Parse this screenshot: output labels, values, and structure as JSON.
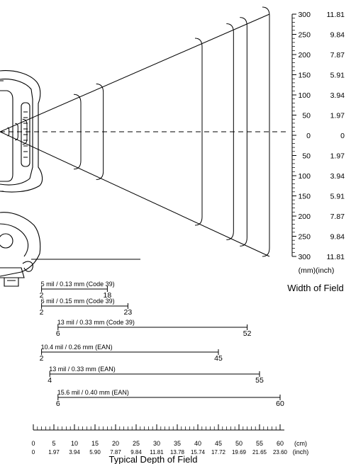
{
  "colors": {
    "ink": "#000000",
    "background": "#ffffff"
  },
  "width_scale": {
    "rows": [
      {
        "mm": "300",
        "inch": "11.81"
      },
      {
        "mm": "250",
        "inch": "9.84"
      },
      {
        "mm": "200",
        "inch": "7.87"
      },
      {
        "mm": "150",
        "inch": "5.91"
      },
      {
        "mm": "100",
        "inch": "3.94"
      },
      {
        "mm": "50",
        "inch": "1.97"
      },
      {
        "mm": "0",
        "inch": "0"
      },
      {
        "mm": "50",
        "inch": "1.97"
      },
      {
        "mm": "100",
        "inch": "3.94"
      },
      {
        "mm": "150",
        "inch": "5.91"
      },
      {
        "mm": "200",
        "inch": "7.87"
      },
      {
        "mm": "250",
        "inch": "9.84"
      },
      {
        "mm": "300",
        "inch": "11.81"
      }
    ],
    "unit_label": "(mm)(inch)",
    "title": "Width of Field"
  },
  "depth_scale": {
    "cm": [
      "0",
      "5",
      "10",
      "15",
      "20",
      "25",
      "30",
      "35",
      "40",
      "45",
      "50",
      "55",
      "60"
    ],
    "inch": [
      "0",
      "1.97",
      "3.94",
      "5.90",
      "7.87",
      "9.84",
      "11.81",
      "13.78",
      "15.74",
      "17.72",
      "19.69",
      "21.65",
      "23.60"
    ],
    "cm_unit": "(cm)",
    "inch_unit": "(inch)",
    "title": "Typical Depth of Field"
  },
  "ranges": [
    {
      "label": "5 mil / 0.13 mm (Code 39)",
      "near": 2,
      "far": 18,
      "near_label": "2",
      "far_label": "18"
    },
    {
      "label": "6 mil / 0.15 mm (Code 39)",
      "near": 2,
      "far": 23,
      "near_label": "2",
      "far_label": "23"
    },
    {
      "label": "13 mil / 0.33 mm (Code 39)",
      "near": 6,
      "far": 52,
      "near_label": "6",
      "far_label": "52"
    },
    {
      "label": "10.4 mil / 0.26 mm (EAN)",
      "near": 2,
      "far": 45,
      "near_label": "2",
      "far_label": "45"
    },
    {
      "label": "13 mil / 0.33 mm (EAN)",
      "near": 4,
      "far": 55,
      "near_label": "4",
      "far_label": "55"
    },
    {
      "label": "15.6 mil / 0.40 mm (EAN)",
      "near": 6,
      "far": 60,
      "near_label": "6",
      "far_label": "60"
    }
  ]
}
